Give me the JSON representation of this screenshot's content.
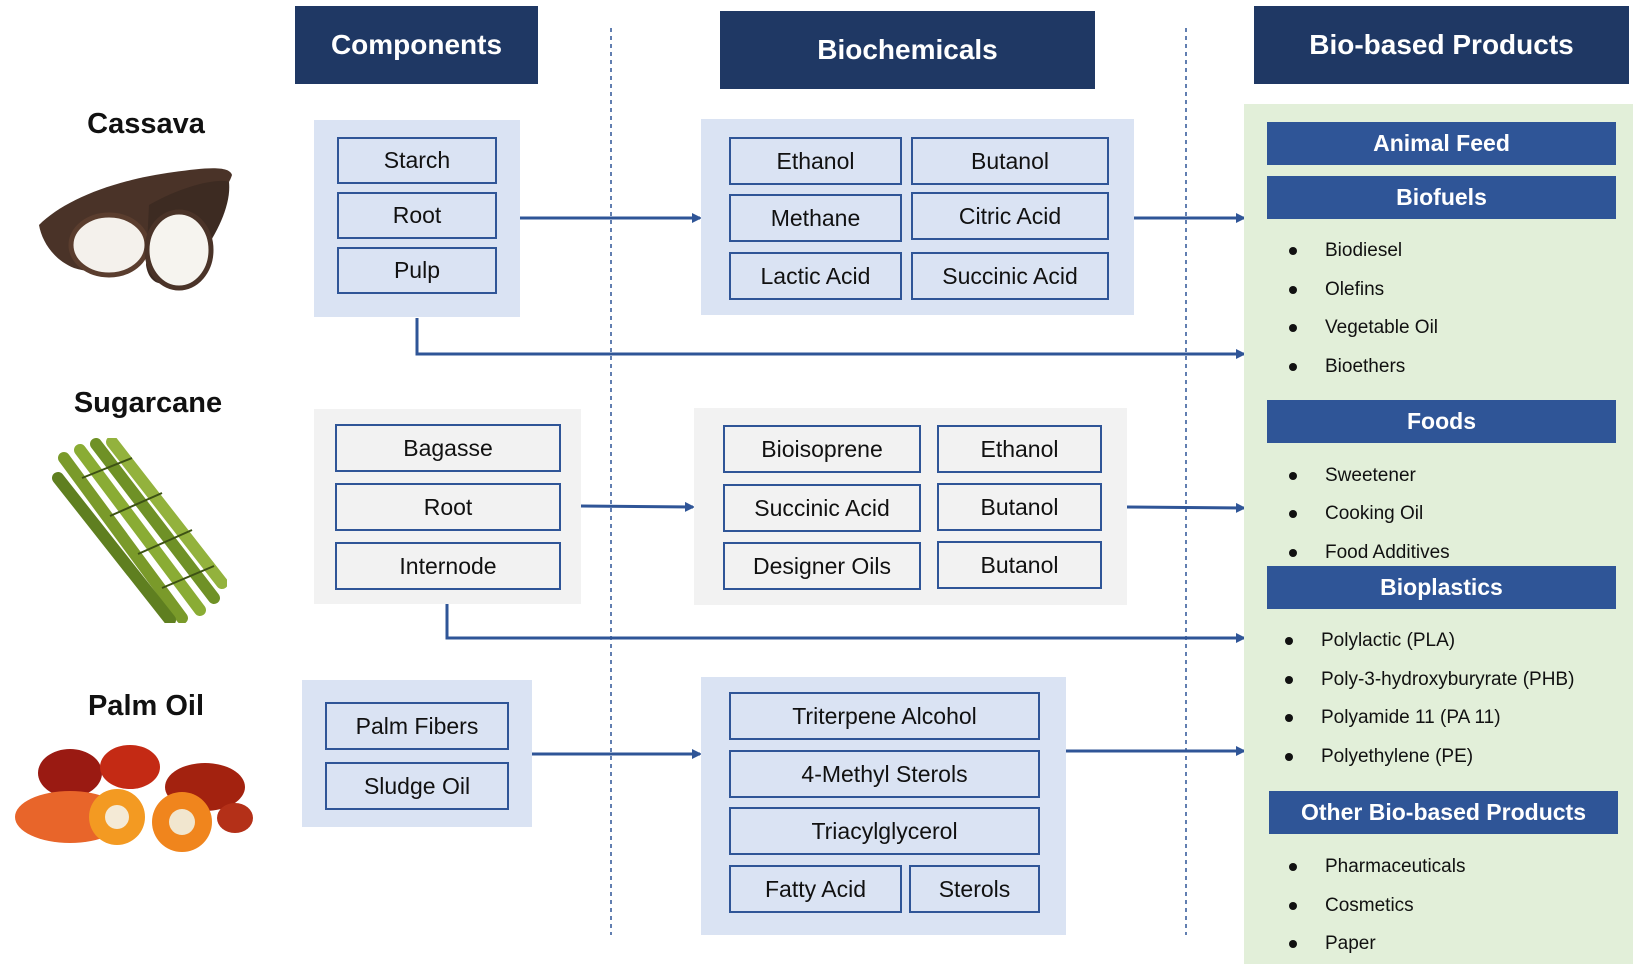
{
  "headers": {
    "components": "Components",
    "biochemicals": "Biochemicals",
    "products": "Bio-based Products"
  },
  "crops": {
    "cassava": {
      "name": "Cassava",
      "components": [
        "Starch",
        "Root",
        "Pulp"
      ],
      "biochemicals": [
        "Ethanol",
        "Butanol",
        "Methane",
        "Citric Acid",
        "Lactic Acid",
        "Succinic Acid"
      ]
    },
    "sugarcane": {
      "name": "Sugarcane",
      "components": [
        "Bagasse",
        "Root",
        "Internode"
      ],
      "biochemicals": [
        "Bioisoprene",
        "Ethanol",
        "Succinic Acid",
        "Butanol",
        "Designer Oils",
        "Butanol"
      ]
    },
    "palm": {
      "name": "Palm Oil",
      "components": [
        "Palm Fibers",
        "Sludge Oil"
      ],
      "biochemicals": [
        "Triterpene Alcohol",
        "4-Methyl Sterols",
        "Triacylglycerol",
        "Fatty Acid",
        "Sterols"
      ]
    }
  },
  "products": {
    "animal_feed": "Animal Feed",
    "biofuels": {
      "title": "Biofuels",
      "items": [
        "Biodiesel",
        "Olefins",
        "Vegetable Oil",
        "Bioethers"
      ]
    },
    "foods": {
      "title": "Foods",
      "items": [
        "Sweetener",
        "Cooking Oil",
        "Food Additives"
      ]
    },
    "bioplastics": {
      "title": "Bioplastics",
      "items": [
        "Polylactic (PLA)",
        "Poly-3-hydroxyburyrate (PHB)",
        "Polyamide 11 (PA 11)",
        "Polyethylene (PE)"
      ]
    },
    "other": {
      "title": "Other Bio-based Products",
      "items": [
        "Pharmaceuticals",
        "Cosmetics",
        "Paper"
      ]
    }
  },
  "colors": {
    "header_navy": "#1f3864",
    "category_blue": "#2f5597",
    "panel_blue": "#dae3f3",
    "panel_gray": "#f2f2f2",
    "product_green": "#e2efd9",
    "arrow_blue": "#2f5597"
  }
}
